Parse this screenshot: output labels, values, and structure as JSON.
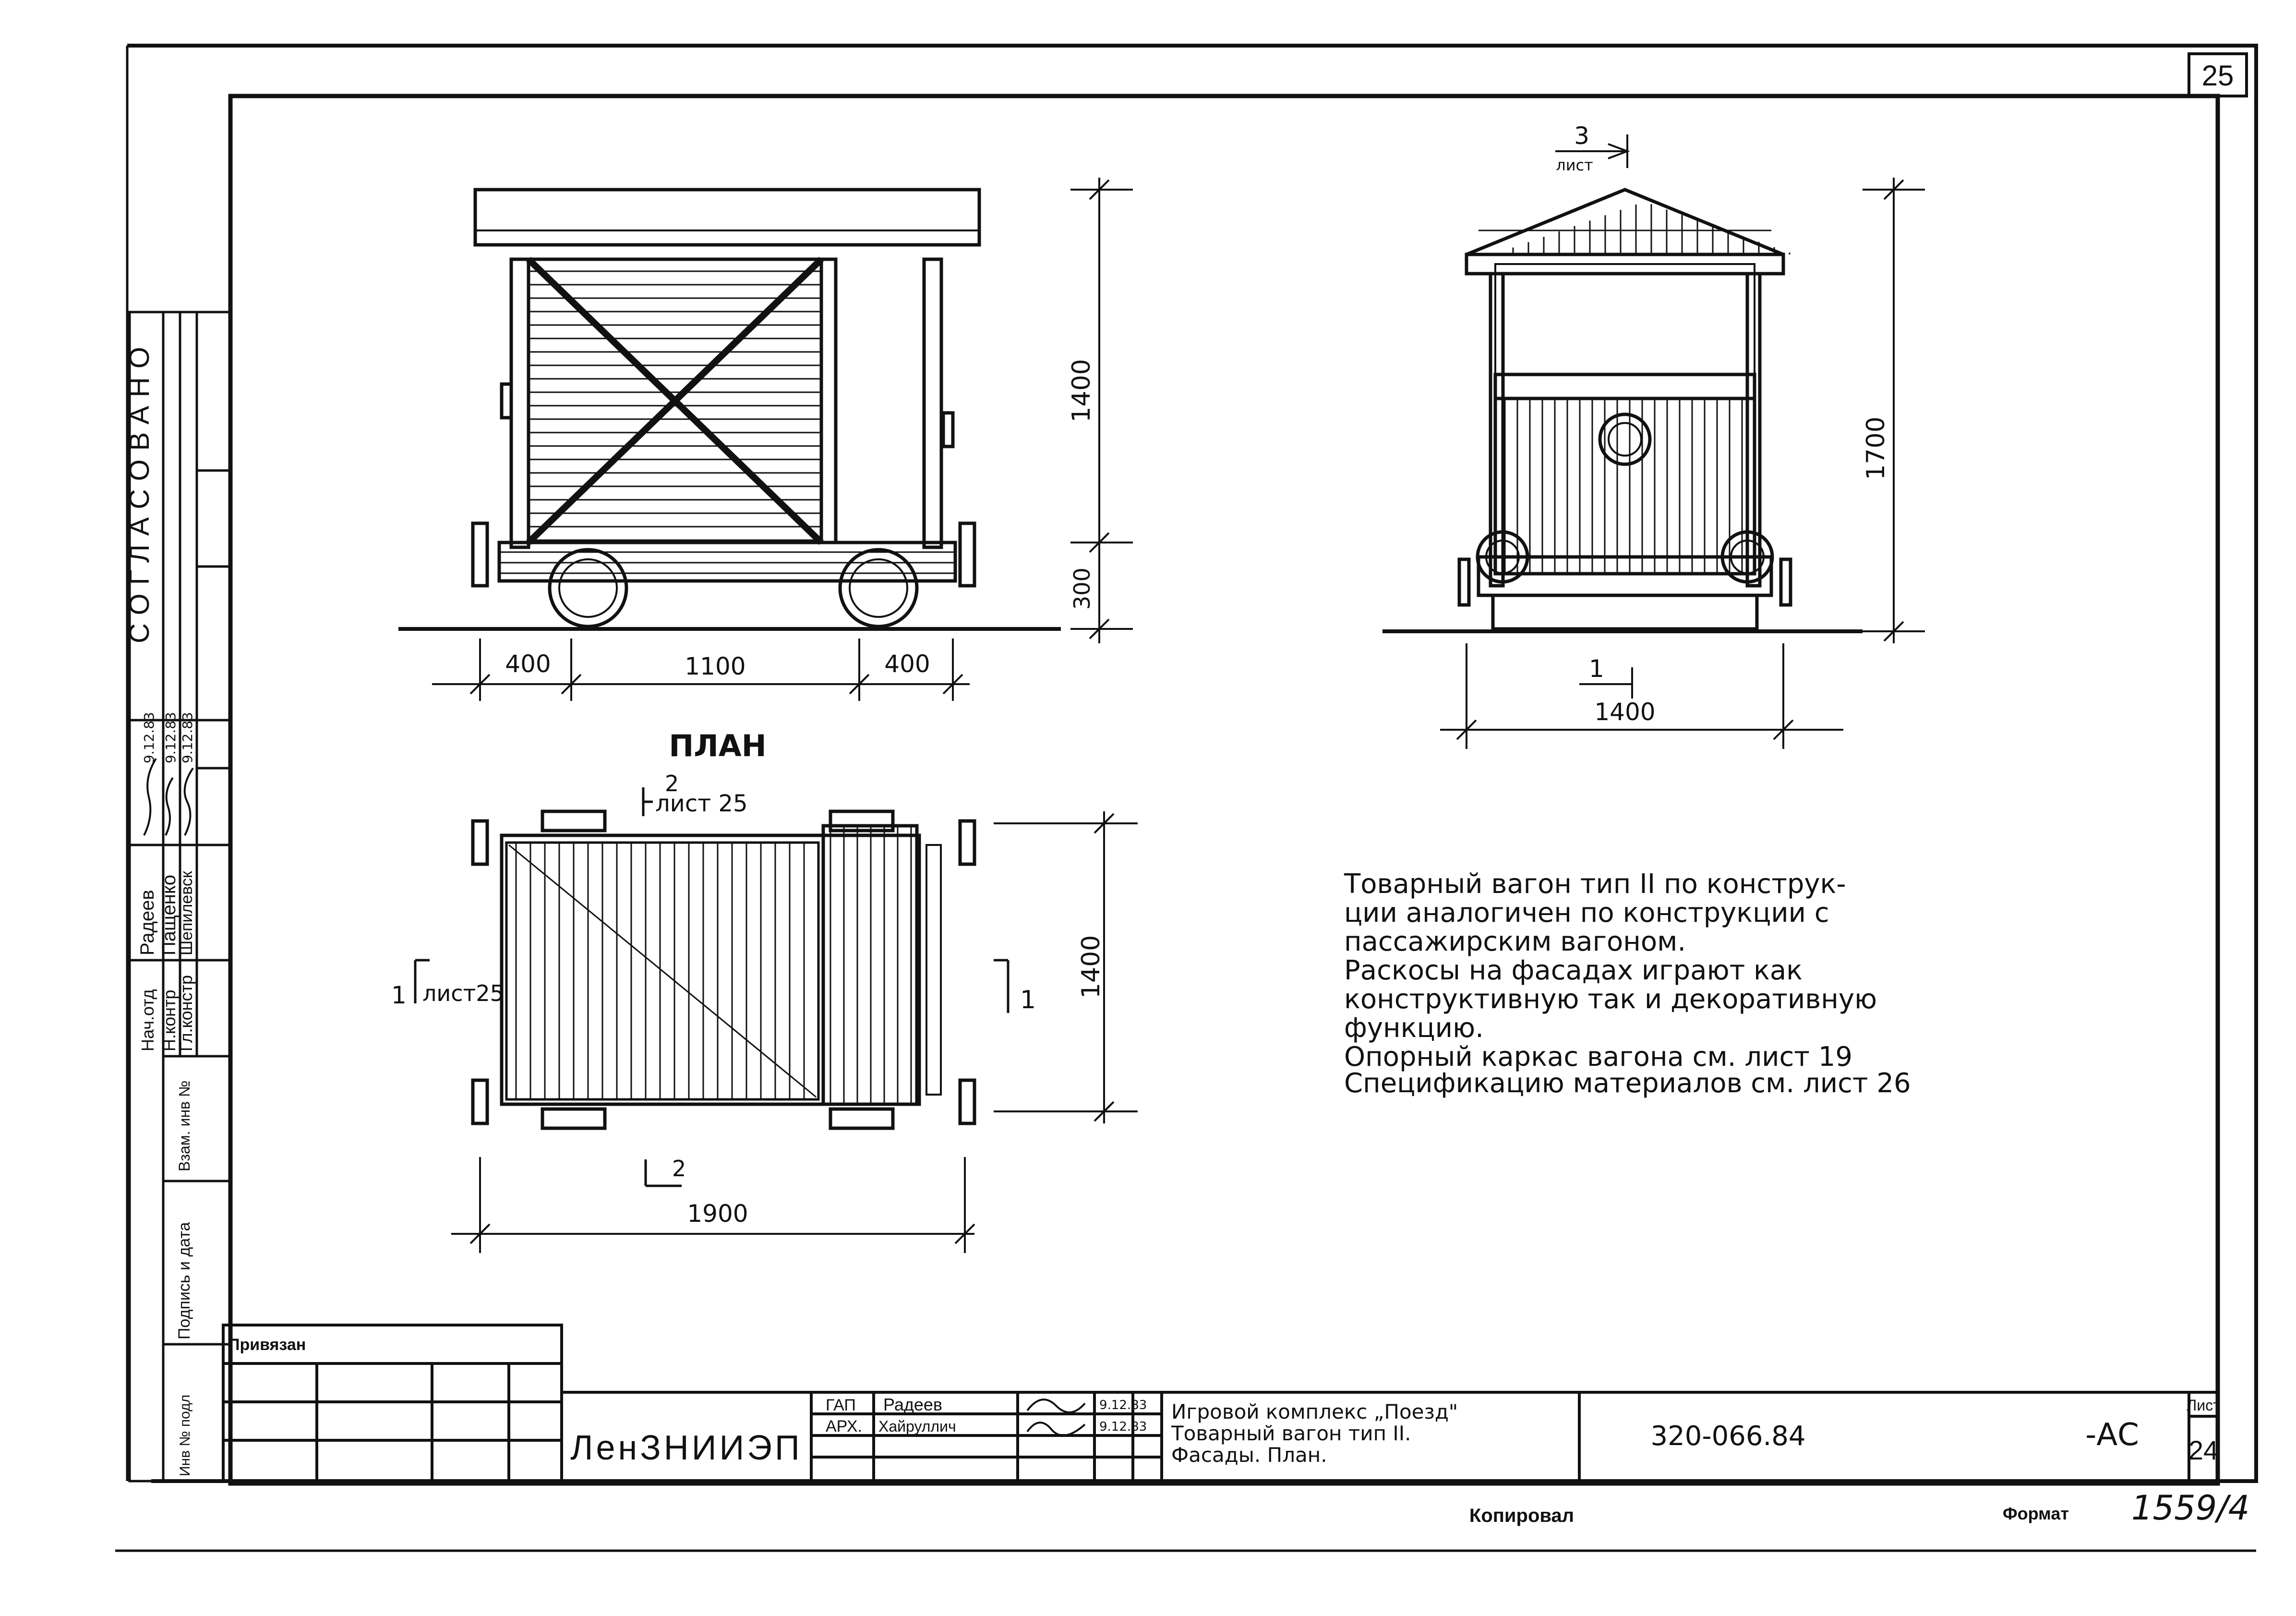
{
  "sheet": {
    "page_number": "25",
    "agreed_label": "СОГЛАСОВАНО",
    "plan_title": "ПЛАН",
    "copied_label": "Копировал",
    "format_label": "Формат",
    "format_value": "1559/4"
  },
  "side_view": {
    "dim_height_upper": "1400",
    "dim_height_lower": "300",
    "dim_bottom": [
      "400",
      "1100",
      "400"
    ]
  },
  "front_view": {
    "section_mark_num": "3",
    "section_mark_sheet": "лист",
    "dim_height": "1700",
    "cut_mark": "1",
    "dim_width": "1400"
  },
  "plan_view": {
    "cut_top_num": "2",
    "cut_top_sheet": "лист 25",
    "cut_left_num": "1",
    "cut_left_sheet": "лист25",
    "cut_right_num": "1",
    "cut_bottom_num": "2",
    "dim_height": "1400",
    "dim_width": "1900"
  },
  "notes": [
    "Товарный вагон тип II по конструк-",
    "ции аналогичен по конструкции с",
    "пассажирским вагоном.",
    "Раскосы на фасадах играют как",
    "конструктивную так и декоративную",
    "функцию.",
    "Опорный каркас вагона см. лист 19",
    "Спецификацию материалов см. лист 26"
  ],
  "left_stamp": {
    "roles": [
      "Нач.отд",
      "Н.контр",
      "Гл.констр"
    ],
    "names": [
      "Радеев",
      "Пащенко",
      "Шепилевск"
    ],
    "dates": [
      "9.12.83",
      "9.12.83",
      "9.12.83"
    ],
    "cells": [
      "Взам. инв №",
      "Подпись и дата",
      "Инв № подл"
    ]
  },
  "title_block": {
    "bound_label": "Привязан",
    "org": "ЛенЗНИИЭП",
    "roles": [
      "ГАП",
      "АРХ."
    ],
    "names": [
      "Радеев",
      "Хайруллич"
    ],
    "dates": [
      "9.12.83",
      "9.12.83"
    ],
    "title_line1": "Игровой комплекс „Поезд\"",
    "title_line2": "Товарный вагон тип II.",
    "title_line3": "Фасады. План.",
    "code": "320-066.84",
    "stage": "-АС",
    "sheet_label": "Лист",
    "sheet_number": "24"
  }
}
